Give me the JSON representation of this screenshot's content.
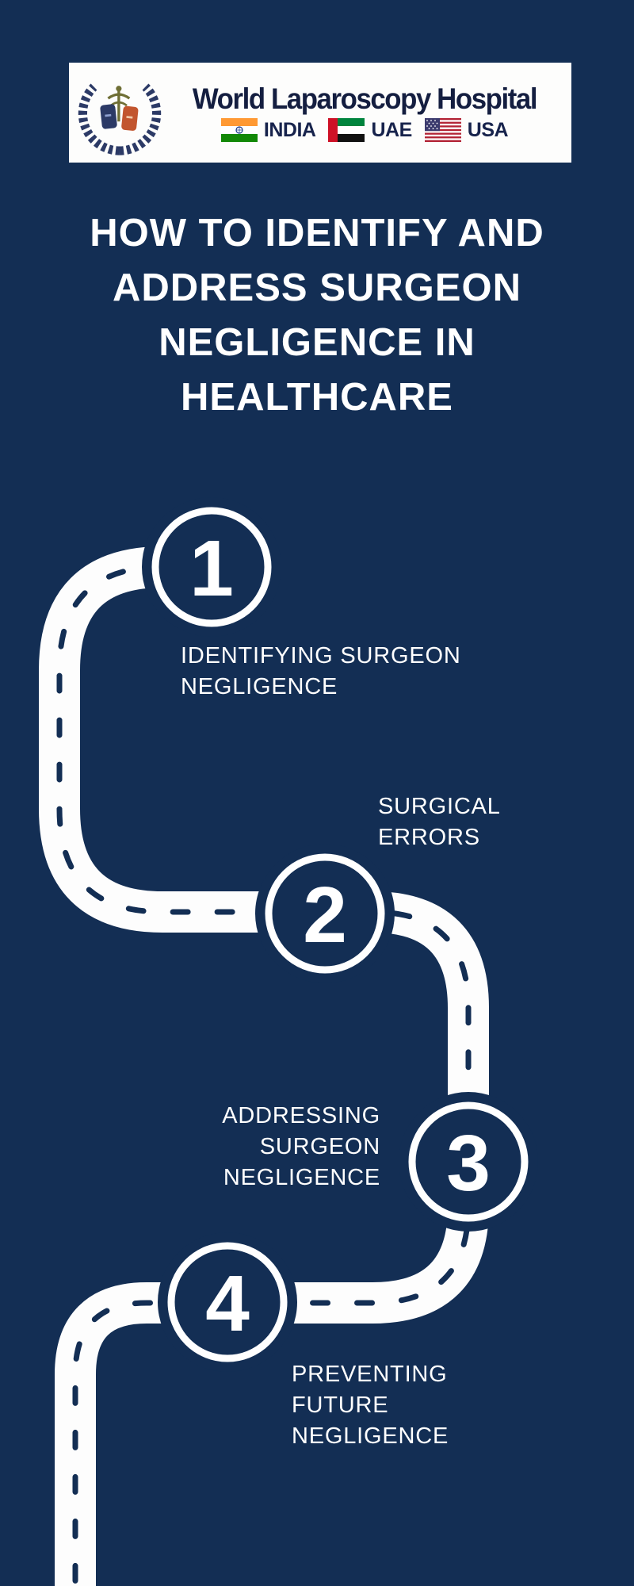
{
  "colors": {
    "background_navy": "#132E54",
    "road_white": "#FDFDFD",
    "text_white": "#FFFFFF",
    "brand_navy": "#141E40",
    "india_saffron": "#FF9933",
    "india_green": "#128807",
    "india_chakra_blue": "#1A3B8B",
    "uae_red": "#CE1126",
    "uae_green": "#00843D",
    "usa_red": "#B22234",
    "usa_blue": "#3C3B6E"
  },
  "header": {
    "brand": "World Laparoscopy Hospital",
    "countries": [
      {
        "label": "INDIA"
      },
      {
        "label": "UAE"
      },
      {
        "label": "USA"
      }
    ]
  },
  "title": {
    "lines": [
      "HOW TO IDENTIFY AND",
      "ADDRESS SURGEON",
      "NEGLIGENCE IN",
      "HEALTHCARE"
    ]
  },
  "roadmap": {
    "steps": [
      {
        "number": "1",
        "label_lines": [
          "IDENTIFYING SURGEON",
          "NEGLIGENCE"
        ]
      },
      {
        "number": "2",
        "label_lines": [
          "SURGICAL",
          "ERRORS"
        ]
      },
      {
        "number": "3",
        "label_lines": [
          "ADDRESSING",
          "SURGEON",
          "NEGLIGENCE"
        ]
      },
      {
        "number": "4",
        "label_lines": [
          "PREVENTING",
          "FUTURE",
          "NEGLIGENCE"
        ]
      }
    ]
  }
}
